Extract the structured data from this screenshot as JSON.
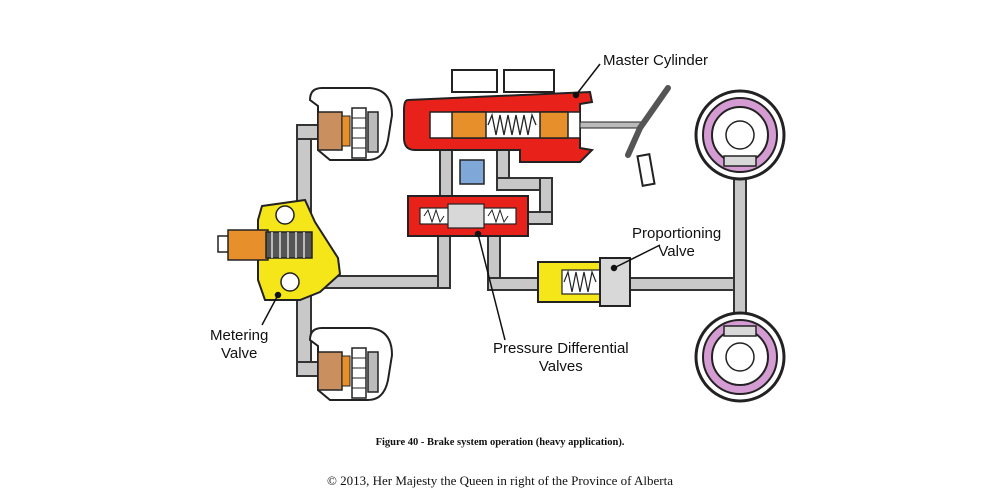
{
  "labels": {
    "master_cylinder": "Master Cylinder",
    "proportioning_line1": "Proportioning",
    "proportioning_line2": "Valve",
    "metering_line1": "Metering",
    "metering_line2": "Valve",
    "pressure_line1": "Pressure Differential",
    "pressure_line2": "Valves"
  },
  "caption": "Figure 40 - Brake system operation (heavy application).",
  "copyright": "© 2013, Her Majesty the Queen in right of the Province of Alberta",
  "colors": {
    "master_cylinder": "#e8221b",
    "metering_valve": "#f5e61a",
    "piston_orange": "#e7902b",
    "brake_line": "#c8c8c8",
    "brake_shoe_lining": "#d59bd3",
    "valve_blue": "#7fa8d8"
  }
}
